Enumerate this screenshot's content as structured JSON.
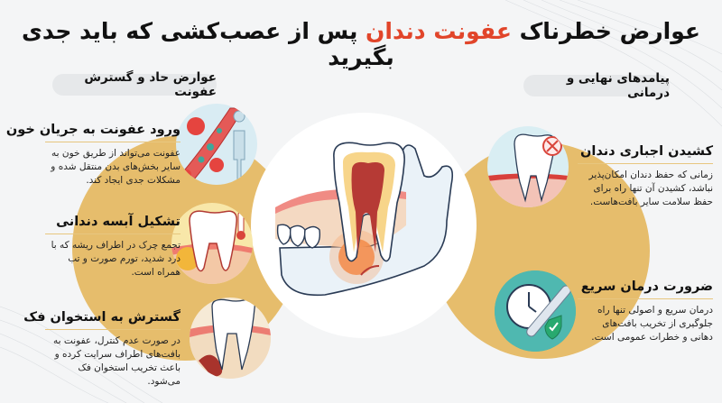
{
  "title": {
    "part1": "عوارض خطرناک ",
    "accent": "عفونت دندان",
    "part2": " پس از عصب‌کشی که باید جدی بگیرید",
    "accent_color": "#e1452a"
  },
  "sections": {
    "left_label": "عوارض حاد و گسترش عفونت",
    "right_label": "پیامدهای نهایی و درمانی"
  },
  "left_cards": [
    {
      "title": "ورود عفونت به جریان خون",
      "text": "عفونت می‌تواند از طریق خون به سایر بخش‌های بدن منتقل شده و مشکلات جدی ایجاد کند.",
      "icon": "bloodstream-infection-icon"
    },
    {
      "title": "تشکیل آبسه دندانی",
      "text": "تجمع چرک در اطراف ریشه که با درد شدید، تورم صورت و تب همراه است.",
      "icon": "tooth-abscess-icon"
    },
    {
      "title": "گسترش به استخوان فک",
      "text": "در صورت عدم کنترل، عفونت به بافت‌های اطراف سرایت کرده و باعث تخریب استخوان فک می‌شود.",
      "icon": "jawbone-infection-icon"
    }
  ],
  "right_cards": [
    {
      "title": "کشیدن اجباری دندان",
      "text": "زمانی که حفظ دندان امکان‌پذیر نباشد، کشیدن آن تنها راه برای حفظ سلامت سایر بافت‌هاست.",
      "icon": "tooth-extraction-icon"
    },
    {
      "title": "ضرورت درمان سریع",
      "text": "درمان سریع و اصولی تنها راه جلوگیری از تخریب بافت‌های دهانی و خطرات عمومی است.",
      "icon": "urgent-treatment-icon"
    }
  ],
  "colors": {
    "background": "#f4f5f6",
    "gold": "#e6bd6c",
    "accent_red": "#e1452a",
    "underline": "#e7c67f"
  }
}
